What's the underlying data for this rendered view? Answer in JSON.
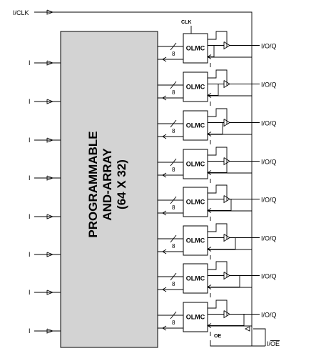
{
  "clock_input_label": "I/CLK",
  "clk_label": "CLK",
  "oe_label": "OE",
  "oe_pin": {
    "prefix": "I/",
    "overlined": "OE"
  },
  "array_label": {
    "line1": "PROGRAMMABLE",
    "line2": "AND-ARRAY",
    "line3": "(64 X 32)"
  },
  "input_labels": [
    "I",
    "I",
    "I",
    "I",
    "I",
    "I",
    "I",
    "I"
  ],
  "macrocells": [
    {
      "label": "OLMC",
      "bus_width": "8",
      "pin_label": "I/O/Q"
    },
    {
      "label": "OLMC",
      "bus_width": "8",
      "pin_label": "I/O/Q"
    },
    {
      "label": "OLMC",
      "bus_width": "8",
      "pin_label": "I/O/Q"
    },
    {
      "label": "OLMC",
      "bus_width": "8",
      "pin_label": "I/O/Q"
    },
    {
      "label": "OLMC",
      "bus_width": "8",
      "pin_label": "I/O/Q"
    },
    {
      "label": "OLMC",
      "bus_width": "8",
      "pin_label": "I/O/Q"
    },
    {
      "label": "OLMC",
      "bus_width": "8",
      "pin_label": "I/O/Q"
    },
    {
      "label": "OLMC",
      "bus_width": "8",
      "pin_label": "I/O/Q"
    }
  ],
  "colors": {
    "array_fill": "#d3d3d3",
    "line": "#000000",
    "background": "#ffffff"
  }
}
